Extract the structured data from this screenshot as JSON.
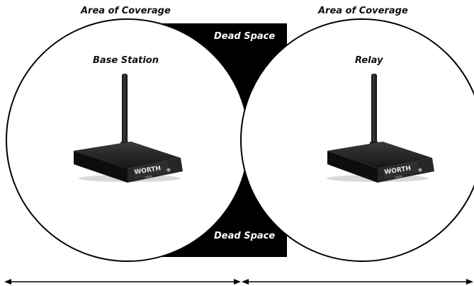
{
  "diagram": {
    "left_zone": {
      "label": "Area of Coverage",
      "device_label": "Base Station",
      "brand_text": "WORTH",
      "brand_subtext": "DATA"
    },
    "right_zone": {
      "label": "Area of Coverage",
      "device_label": "Relay",
      "brand_text": "WORTH",
      "brand_subtext": "DATA"
    },
    "dead_space_top": "Dead Space",
    "dead_space_bottom": "Dead Space",
    "colors": {
      "background": "#ffffff",
      "dead_space": "#000000",
      "circle_stroke": "#000000",
      "device": "#1a1a1a"
    }
  }
}
